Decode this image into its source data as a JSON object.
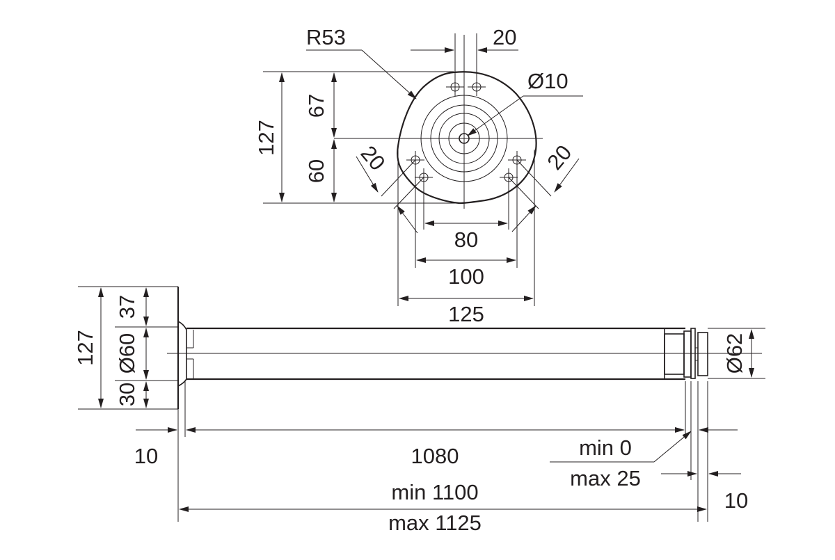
{
  "top_view": {
    "radius": "R53",
    "hole_spacing_top": "20",
    "center_hole": "Ø10",
    "height_total": "127",
    "height_upper": "67",
    "height_lower": "60",
    "angle_left": "20",
    "angle_right": "20",
    "width_holes": "80",
    "width_inner": "100",
    "width_outer": "125"
  },
  "side_view": {
    "height_total": "127",
    "upper_offset": "37",
    "tube_diameter": "Ø60",
    "lower_offset": "30",
    "end_diameter": "Ø62",
    "plate_thickness": "10",
    "tube_length": "1080",
    "adjust_min": "min 0",
    "adjust_max": "max 25",
    "end_thickness": "10",
    "overall_min": "min 1100",
    "overall_max": "max 1125"
  }
}
